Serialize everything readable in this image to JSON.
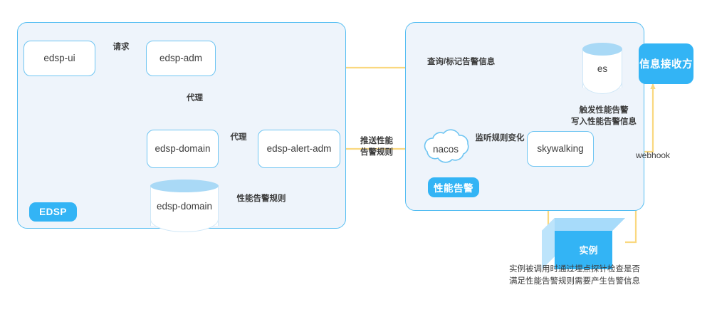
{
  "diagram": {
    "title": "EDSP performance alert architecture",
    "colors": {
      "arrow": "#fad87f",
      "panel_border": "#53bdf2",
      "panel_fill": "#eef4fb",
      "node_border": "#6fc5f2",
      "accent_blue": "#33b4f5",
      "cylinder_top": "#a9d9f6",
      "cube_front": "#33b4f5",
      "cube_side": "#a7dbfa",
      "text": "#3d3d3d"
    }
  },
  "panels": [
    {
      "id": "edsp",
      "badge": "EDSP"
    },
    {
      "id": "perf",
      "badge": "性能告警"
    }
  ],
  "nodes": [
    {
      "id": "edsp-ui",
      "label": "edsp-ui"
    },
    {
      "id": "edsp-adm",
      "label": "edsp-adm"
    },
    {
      "id": "edsp-domain",
      "label": "edsp-domain"
    },
    {
      "id": "edsp-alert-adm",
      "label": "edsp-alert-adm"
    },
    {
      "id": "nacos",
      "label": "nacos"
    },
    {
      "id": "skywalking",
      "label": "skywalking"
    },
    {
      "id": "es",
      "label": "es"
    },
    {
      "id": "edsp-domain-db",
      "label": "edsp-domain"
    },
    {
      "id": "receiver",
      "label": "信息接收方"
    },
    {
      "id": "instance",
      "label": "实例"
    }
  ],
  "edges": [
    {
      "id": "ui-adm",
      "from": "edsp-ui",
      "to": "edsp-adm",
      "label": "请求",
      "style": "solid"
    },
    {
      "id": "adm-domain",
      "from": "edsp-adm",
      "to": "edsp-domain",
      "label": "代理",
      "style": "solid"
    },
    {
      "id": "domain-alertadm",
      "from": "edsp-domain",
      "to": "edsp-alert-adm",
      "label": "代理",
      "style": "solid"
    },
    {
      "id": "alertadm-db",
      "from": "edsp-alert-adm",
      "to": "edsp-domain-db",
      "label": "性能告警规则",
      "style": "solid"
    },
    {
      "id": "alertadm-nacos",
      "from": "edsp-alert-adm",
      "to": "nacos",
      "label": "推送性能\n告警规则",
      "style": "solid"
    },
    {
      "id": "alertadm-es",
      "from": "edsp-alert-adm",
      "to": "es",
      "label": "查询/标记告警信息",
      "style": "solid"
    },
    {
      "id": "skywalking-nacos",
      "from": "skywalking",
      "to": "nacos",
      "label": "监听规则变化",
      "style": "dashed"
    },
    {
      "id": "skywalking-es",
      "from": "skywalking",
      "to": "es",
      "label": "触发性能告警\n写入性能告警信息",
      "style": "solid"
    },
    {
      "id": "skywalking-receiver",
      "from": "skywalking",
      "to": "receiver",
      "label": "webhook",
      "style": "solid"
    },
    {
      "id": "skywalking-instance",
      "from": "skywalking",
      "to": "instance",
      "label": "",
      "style": "solid"
    },
    {
      "id": "instance-skywalking",
      "from": "instance",
      "to": "skywalking",
      "label": "",
      "style": "solid"
    }
  ],
  "labels": {
    "request": "请求",
    "proxy_1": "代理",
    "proxy_2": "代理",
    "perf_alert_rule": "性能告警规则",
    "push_rule": "推送性能\n告警规则",
    "query_mark": "查询/标记告警信息",
    "listen_change": "监听规则变化",
    "trigger_write": "触发性能告警\n写入性能告警信息",
    "webhook": "webhook"
  },
  "caption": {
    "text": "实例被调用时通过埋点探针检查是否\n满足性能告警规则需要产生告警信息"
  }
}
